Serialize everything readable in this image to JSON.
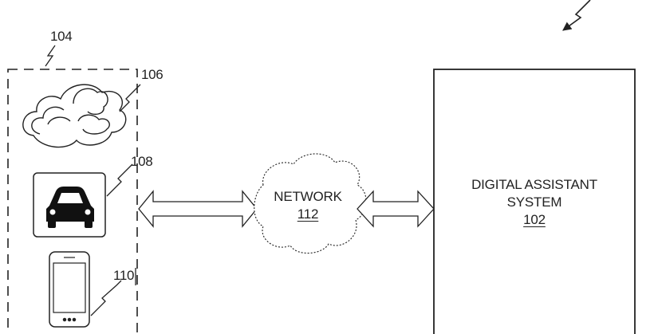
{
  "refs": {
    "group": "104",
    "cloud": "106",
    "vehicle": "108",
    "phone": "110"
  },
  "network": {
    "label": "NETWORK",
    "ref": "112"
  },
  "assistant": {
    "line1": "DIGITAL ASSISTANT",
    "line2": "SYSTEM",
    "ref": "102"
  },
  "icons": {
    "cloud": "cloud-icon",
    "vehicle": "car-icon",
    "phone": "smartphone-icon"
  },
  "colors": {
    "ink": "#222222",
    "background": "#ffffff"
  }
}
